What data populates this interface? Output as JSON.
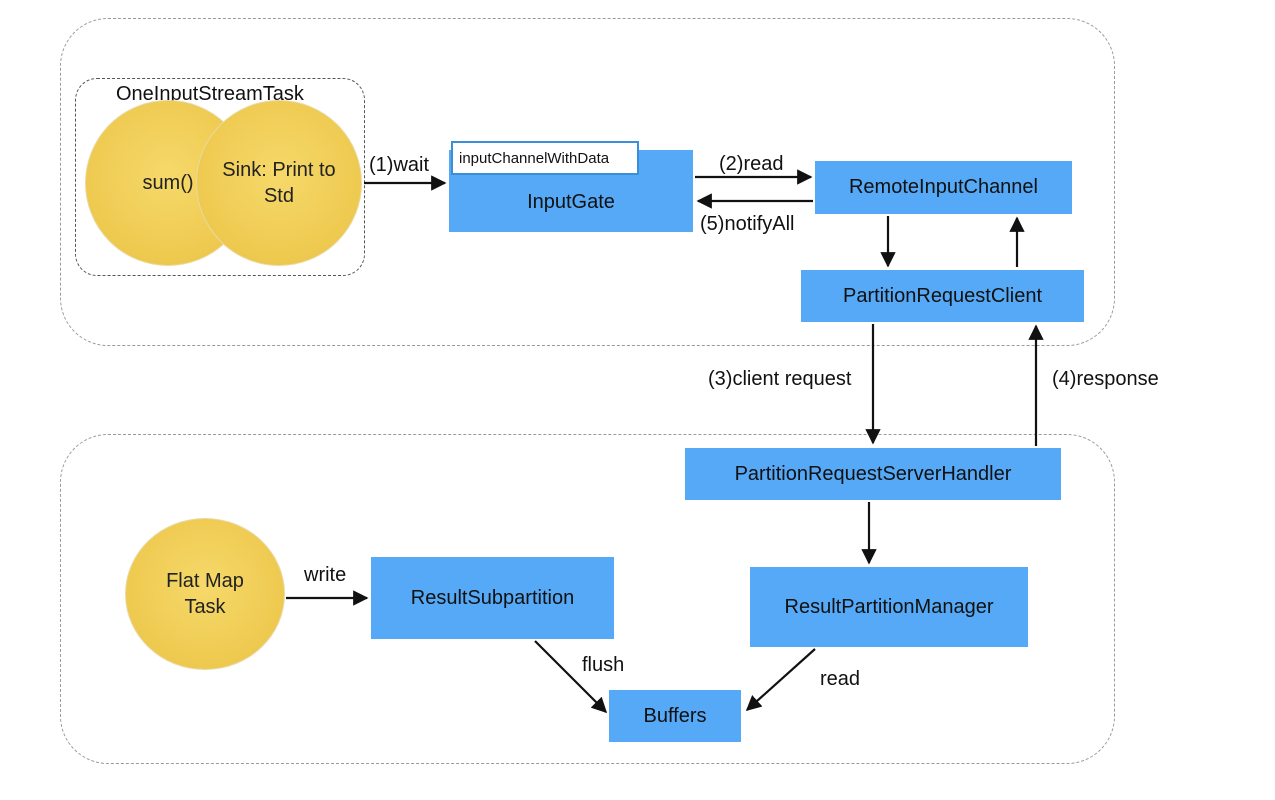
{
  "top_group": {
    "task_group_title": "OneInputStreamTask",
    "sum_label": "sum()",
    "sink_label_line1": "Sink: Print to",
    "sink_label_line2": "Std",
    "input_gate": {
      "tag": "inputChannelWithData",
      "label": "InputGate"
    },
    "remote_input_channel": "RemoteInputChannel",
    "partition_request_client": "PartitionRequestClient"
  },
  "bottom_group": {
    "flat_map_line1": "Flat Map",
    "flat_map_line2": "Task",
    "partition_request_server_handler": "PartitionRequestServerHandler",
    "result_subpartition": "ResultSubpartition",
    "result_partition_manager": "ResultPartitionManager",
    "buffers": "Buffers"
  },
  "edges": {
    "wait": "(1)wait",
    "read_2": "(2)read",
    "notify_all": "(5)notifyAll",
    "client_request": "(3)client request",
    "response": "(4)response",
    "write": "write",
    "flush": "flush",
    "read": "read"
  },
  "colors": {
    "box_fill": "#55a9f6",
    "circle_fill": "#eec94f",
    "tag_border": "#3a8fd8"
  }
}
